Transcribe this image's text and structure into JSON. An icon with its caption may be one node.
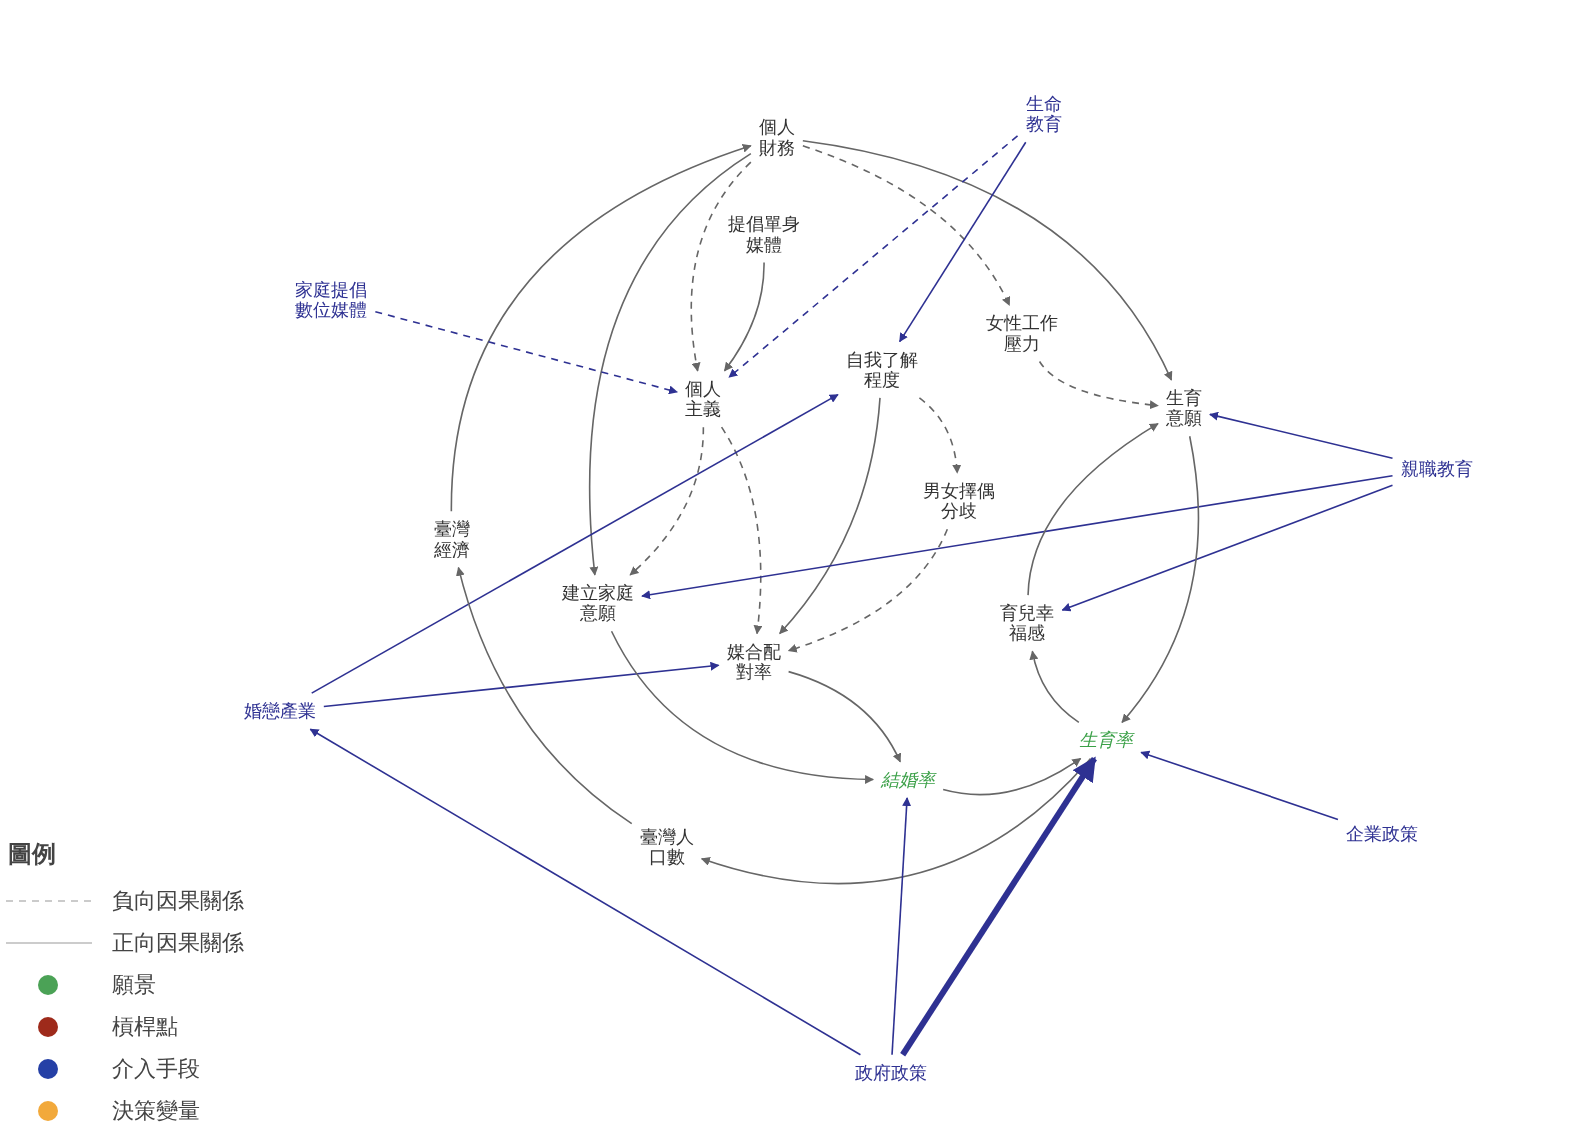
{
  "diagram": {
    "nodes": [
      {
        "text": [
          "個人財務"
        ]
      },
      {
        "text": [
          "生命教育"
        ]
      },
      {
        "text": [
          "提倡單身媒體"
        ]
      },
      {
        "text": [
          "家庭提倡數位媒體"
        ]
      },
      {
        "text": [
          "女性工作壓力"
        ]
      },
      {
        "text": [
          "自我了解程度"
        ]
      },
      {
        "text": [
          "個人主義"
        ]
      },
      {
        "text": [
          "生育意願"
        ]
      },
      {
        "text": [
          "親職教育"
        ]
      },
      {
        "text": [
          "男女擇偶分歧"
        ]
      },
      {
        "text": [
          "臺灣經濟"
        ]
      },
      {
        "text": [
          "建立家庭意願"
        ]
      },
      {
        "text": [
          "育兒幸福感"
        ]
      },
      {
        "text": [
          "媒合配對率"
        ]
      },
      {
        "text": [
          "婚戀產業"
        ]
      },
      {
        "text": [
          "生育率"
        ]
      },
      {
        "text": [
          "結婚率"
        ]
      },
      {
        "text": [
          "企業政策"
        ]
      },
      {
        "text": [
          "臺灣人口數"
        ]
      },
      {
        "text": [
          "政府政策"
        ]
      }
    ],
    "edges": [
      {
        "from": 0,
        "to": 6,
        "arrow": "to",
        "style": "dashed"
      },
      {
        "from": 0,
        "to": 4,
        "arrow": "to",
        "style": "dashed"
      },
      {
        "from": 0,
        "to": 7,
        "arrow": "to"
      },
      {
        "from": 0,
        "to": 11,
        "arrow": "to"
      },
      {
        "from": 10,
        "to": 0,
        "arrow": "to"
      },
      {
        "from": 1,
        "to": 6,
        "arrow": "to",
        "style": "dashed",
        "color": "#2e3192"
      },
      {
        "from": 1,
        "to": 5,
        "arrow": "to",
        "color": "#2e3192"
      },
      {
        "from": 2,
        "to": 6,
        "arrow": "to"
      },
      {
        "from": 3,
        "to": 6,
        "arrow": "to",
        "style": "dashed",
        "color": "#2e3192"
      },
      {
        "from": 4,
        "to": 7,
        "arrow": "to",
        "style": "dashed"
      },
      {
        "from": 5,
        "to": 13,
        "arrow": "to"
      },
      {
        "from": 5,
        "to": 9,
        "arrow": "to",
        "style": "dashed"
      },
      {
        "from": 6,
        "to": 11,
        "arrow": "to",
        "style": "dashed"
      },
      {
        "from": 6,
        "to": 13,
        "arrow": "to",
        "style": "dashed"
      },
      {
        "from": 9,
        "to": 13,
        "arrow": "to",
        "style": "dashed"
      },
      {
        "from": 8,
        "to": 7,
        "arrow": "to",
        "color": "#2e3192"
      },
      {
        "from": 8,
        "to": 11,
        "arrow": "to",
        "color": "#2e3192"
      },
      {
        "from": 8,
        "to": 12,
        "arrow": "to",
        "color": "#2e3192"
      },
      {
        "from": 7,
        "to": 15,
        "arrow": "to"
      },
      {
        "from": 12,
        "to": 7,
        "arrow": "to"
      },
      {
        "from": 15,
        "to": 12,
        "arrow": "to"
      },
      {
        "from": 14,
        "to": 5,
        "arrow": "to",
        "color": "#2e3192"
      },
      {
        "from": 14,
        "to": 13,
        "arrow": "to",
        "color": "#2e3192"
      },
      {
        "from": 11,
        "to": 16,
        "arrow": "to"
      },
      {
        "from": 13,
        "to": 16,
        "arrow": "to"
      },
      {
        "from": 16,
        "to": 15,
        "arrow": "to"
      },
      {
        "from": 15,
        "to": 18,
        "arrow": "to"
      },
      {
        "from": 18,
        "to": 10,
        "arrow": "to"
      },
      {
        "from": 17,
        "to": 15,
        "arrow": "to",
        "color": "#2e3192"
      },
      {
        "from": 19,
        "to": 14,
        "arrow": "to",
        "color": "#2e3192"
      },
      {
        "from": 19,
        "to": 16,
        "arrow": "to",
        "color": "#2e3192"
      },
      {
        "from": 19,
        "to": 15,
        "arrow": "to",
        "style": "thick",
        "color": "#2e3192"
      }
    ],
    "labels": [
      "圖例"
    ],
    "legend": [
      {
        "text": "負向因果關係"
      },
      {
        "text": "正向因果關係"
      },
      {
        "text": "願景",
        "color": "#4ba256"
      },
      {
        "text": "槓桿點",
        "color": "#9e2a1b"
      },
      {
        "text": "介入手段",
        "color": "#2540a6"
      },
      {
        "text": "決策變量",
        "color": "#f2a93b"
      }
    ]
  }
}
